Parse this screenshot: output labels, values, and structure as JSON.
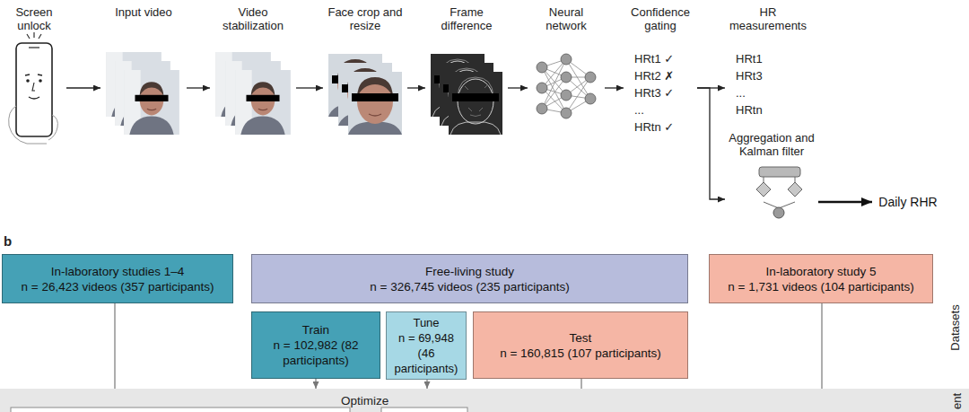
{
  "diagram": {
    "nodes": [
      {
        "text": [
          "Screen unlock"
        ]
      },
      {
        "text": [
          "Input video"
        ]
      },
      {
        "text": [
          "Video stabilization"
        ]
      },
      {
        "text": [
          "Face crop and resize"
        ]
      },
      {
        "text": [
          "Frame difference"
        ]
      },
      {
        "text": [
          "Neural network"
        ]
      },
      {
        "text": [
          "Confidence gating",
          "HRt1 ✓",
          "HRt2 ✗",
          "HRt3 ✓",
          "...",
          "HRtn ✓"
        ]
      },
      {
        "text": [
          "HR measurements",
          "HRt1",
          "HRt3",
          "...",
          "HRtn"
        ]
      },
      {
        "text": [
          "Aggregation and Kalman filter"
        ]
      },
      {
        "text": [
          "Daily RHR"
        ]
      },
      {
        "text": [
          "In-laboratory studies 1–4",
          "n = 26,423 videos (357 participants)"
        ]
      },
      {
        "text": [
          "Free-living study",
          "n = 326,745 videos (235 participants)"
        ]
      },
      {
        "text": [
          "Train",
          "n = 102,982 (82 participants)"
        ]
      },
      {
        "text": [
          "Tune",
          "n = 69,948 (46 participants)"
        ]
      },
      {
        "text": [
          "Test",
          "n = 160,815 (107 participants)"
        ]
      },
      {
        "text": [
          "In-laboratory study 5",
          "n = 1,731 videos (104 participants)"
        ]
      },
      {
        "text": [
          "Optimize"
        ]
      }
    ],
    "edges": [
      {
        "from": 0,
        "to": 1,
        "arrow": "to"
      },
      {
        "from": 1,
        "to": 2,
        "arrow": "to"
      },
      {
        "from": 2,
        "to": 3,
        "arrow": "to"
      },
      {
        "from": 3,
        "to": 4,
        "arrow": "to"
      },
      {
        "from": 4,
        "to": 5,
        "arrow": "to"
      },
      {
        "from": 5,
        "to": 6,
        "arrow": "to"
      },
      {
        "from": 6,
        "to": 7,
        "arrow": "to"
      },
      {
        "from": 6,
        "to": 8,
        "arrow": "to"
      },
      {
        "from": 8,
        "to": 9,
        "arrow": "to"
      },
      {
        "from": 10,
        "to": 16,
        "arrow": "none"
      },
      {
        "from": 12,
        "to": 16,
        "arrow": "to"
      },
      {
        "from": 13,
        "to": 16,
        "arrow": "to"
      },
      {
        "from": 14,
        "to": 16,
        "arrow": "none"
      },
      {
        "from": 15,
        "to": 16,
        "arrow": "none"
      }
    ],
    "labels": [
      "b",
      "Datasets",
      "ent"
    ]
  }
}
